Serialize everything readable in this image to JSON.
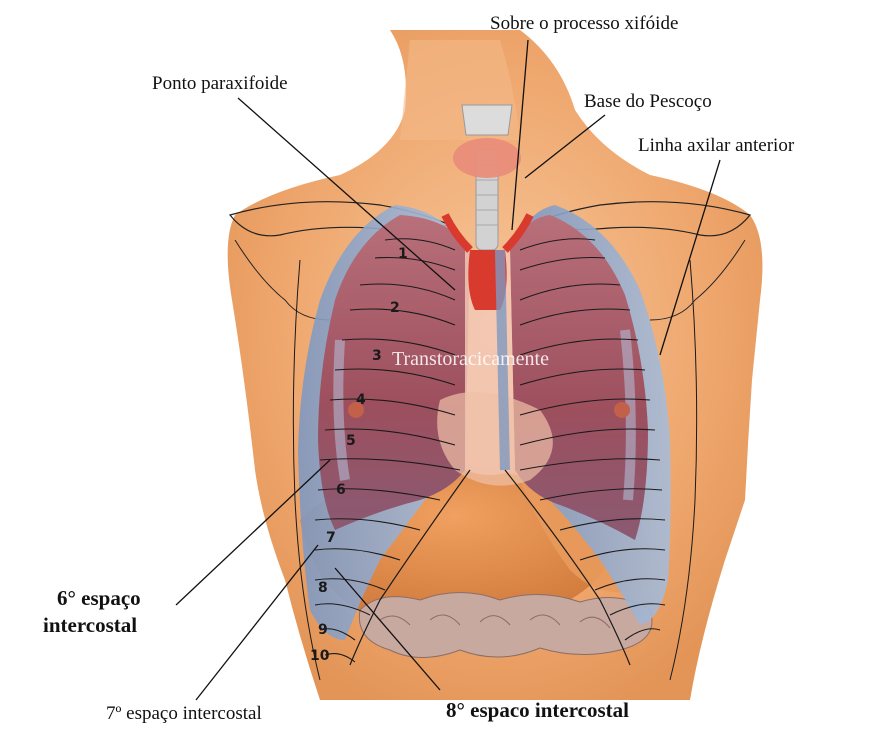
{
  "labels": {
    "xiphoid": "Sobre o processo xifóide",
    "paraxiphoid": "Ponto paraxifoide",
    "neck_base": "Base do Pescoço",
    "anterior_axillary": "Linha axilar anterior",
    "transthoracic": "Transtoracicamente",
    "space6_line1": "6° espaço",
    "space6_line2": "intercostal",
    "space7": "7º espaço intercostal",
    "space8": "8° espaco intercostal"
  },
  "rib_numbers": [
    "1",
    "2",
    "3",
    "4",
    "5",
    "6",
    "7",
    "8",
    "9",
    "10"
  ],
  "colors": {
    "skin": "#f1b07a",
    "lung": "#a5505e",
    "pleura_blue": "#8fa6c8",
    "liver": "#e08a4e",
    "trachea": "#c9c9c9",
    "thyroid": "#e98d7a",
    "aorta": "#d93a2e"
  }
}
